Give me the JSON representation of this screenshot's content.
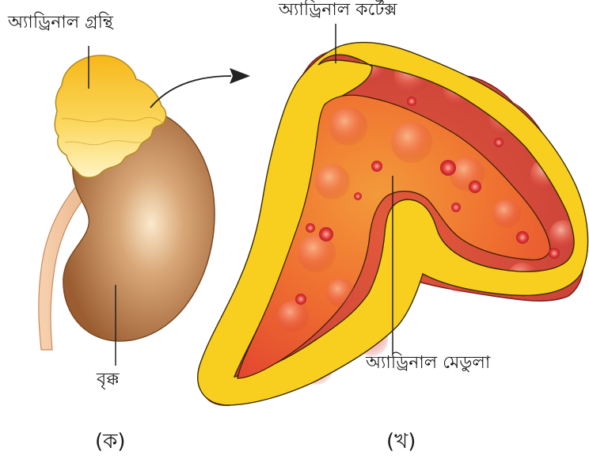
{
  "labels": {
    "adrenal_gland": "অ্যাড্রিনাল গ্রন্থি",
    "adrenal_cortex": "অ্যাড্রিনাল কর্টেক্স",
    "adrenal_medulla": "অ্যাড্রিনাল মেডুলা",
    "kidney": "বৃক্ক",
    "panel_a": "(ক)",
    "panel_b": "(খ)"
  },
  "colors": {
    "gland_yellow": "#f7c21a",
    "gland_light": "#fff1b0",
    "kidney_brown": "#a5683a",
    "kidney_highlight": "#fbe6c7",
    "ureter": "#f3c59e",
    "cortex_yellow": "#f9d21a",
    "medulla_orange": "#f07a2c",
    "outer_red": "#d64a4a",
    "outline": "#222222"
  }
}
